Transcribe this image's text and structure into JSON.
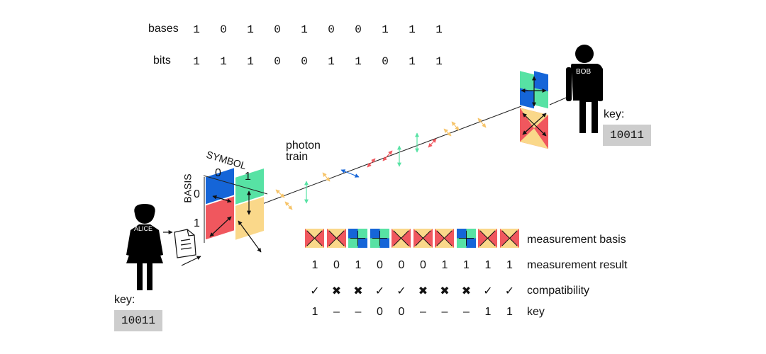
{
  "top_rows": {
    "bases_label": "bases",
    "bits_label": "bits",
    "bases": [
      "1",
      "0",
      "1",
      "0",
      "1",
      "0",
      "0",
      "1",
      "1",
      "1"
    ],
    "bits": [
      "1",
      "1",
      "1",
      "0",
      "0",
      "1",
      "1",
      "0",
      "1",
      "1"
    ]
  },
  "alice": {
    "name": "ALICE",
    "key_label": "key:",
    "key_value": "10011"
  },
  "bob": {
    "name": "BOB",
    "key_label": "key:",
    "key_value": "10011"
  },
  "encoding": {
    "symbol_label": "SYMBOL",
    "basis_label": "BASIS",
    "symbol_0": "0",
    "symbol_1": "1",
    "basis_0": "0",
    "basis_1": "1"
  },
  "photon_label": "photon\ntrain",
  "table": {
    "basis_label": "measurement basis",
    "result_label": "measurement result",
    "compat_label": "compatibility",
    "key_label": "key",
    "bases": [
      "diag",
      "diag",
      "rect",
      "rect",
      "diag",
      "diag",
      "diag",
      "rect",
      "diag",
      "diag"
    ],
    "results": [
      "1",
      "0",
      "1",
      "0",
      "0",
      "0",
      "1",
      "1",
      "1",
      "1"
    ],
    "compat": [
      "✓",
      "✖",
      "✖",
      "✓",
      "✓",
      "✖",
      "✖",
      "✖",
      "✓",
      "✓"
    ],
    "key": [
      "1",
      "–",
      "–",
      "0",
      "0",
      "–",
      "–",
      "–",
      "1",
      "1"
    ]
  },
  "colors": {
    "blue": "#1565d8",
    "green": "#57e2a4",
    "red": "#f0575e",
    "yellow": "#fad88a"
  }
}
